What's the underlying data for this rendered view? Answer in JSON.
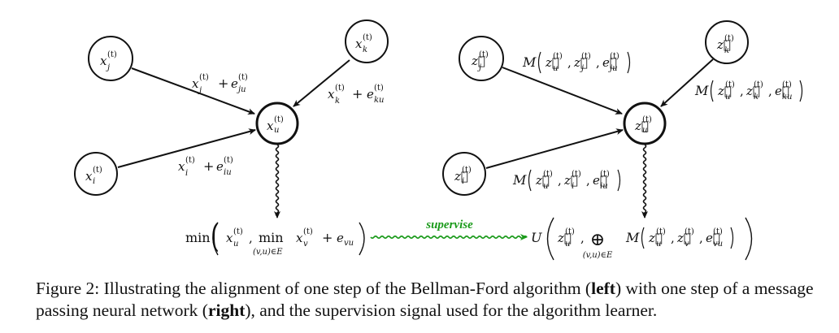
{
  "figure": {
    "left_graph": {
      "title": "Bellman-Ford step",
      "nodes": [
        {
          "id": "j",
          "label": "x",
          "sub": "j",
          "sup": "(t)"
        },
        {
          "id": "k",
          "label": "x",
          "sub": "k",
          "sup": "(t)"
        },
        {
          "id": "u",
          "label": "x",
          "sub": "u",
          "sup": "(t)"
        },
        {
          "id": "i",
          "label": "x",
          "sub": "i",
          "sup": "(t)"
        }
      ],
      "edges": [
        {
          "from": "j",
          "to": "u",
          "label": {
            "a": "x",
            "a_sub": "j",
            "a_sup": "(t)",
            "op": "+",
            "b": "e",
            "b_sub": "ju",
            "b_sup": "(t)"
          }
        },
        {
          "from": "k",
          "to": "u",
          "label": {
            "a": "x",
            "a_sub": "k",
            "a_sup": "(t)",
            "op": "+",
            "b": "e",
            "b_sub": "ku",
            "b_sup": "(t)"
          }
        },
        {
          "from": "i",
          "to": "u",
          "label": {
            "a": "x",
            "a_sub": "i",
            "a_sup": "(t)",
            "op": "+",
            "b": "e",
            "b_sub": "iu",
            "b_sup": "(t)"
          }
        }
      ],
      "output_formula": {
        "fn": "min",
        "arg1": {
          "v": "x",
          "sub": "u",
          "sup": "(t)"
        },
        "inner_op": "min",
        "inner_under": "(v,u)∈E",
        "arg2": {
          "v": "x",
          "sub": "v",
          "sup": "(t)"
        },
        "plus": "+",
        "arg3": {
          "v": "e",
          "sub": "vu"
        }
      }
    },
    "right_graph": {
      "title": "Message passing neural network step",
      "nodes": [
        {
          "id": "j",
          "label": "z⃗",
          "sub": "j",
          "sup": "(t)"
        },
        {
          "id": "k",
          "label": "z⃗",
          "sub": "k",
          "sup": "(t)"
        },
        {
          "id": "u",
          "label": "z⃗",
          "sub": "u",
          "sup": "(t)"
        },
        {
          "id": "i",
          "label": "z⃗",
          "sub": "i",
          "sup": "(t)"
        }
      ],
      "edges": [
        {
          "from": "j",
          "to": "u",
          "label": {
            "fn": "M",
            "args": [
              [
                "z⃗",
                "u",
                "(t)"
              ],
              [
                "z⃗",
                "j",
                "(t)"
              ],
              [
                "e⃗",
                "ju",
                "(t)"
              ]
            ]
          }
        },
        {
          "from": "k",
          "to": "u",
          "label": {
            "fn": "M",
            "args": [
              [
                "z⃗",
                "u",
                "(t)"
              ],
              [
                "z⃗",
                "k",
                "(t)"
              ],
              [
                "e⃗",
                "ku",
                "(t)"
              ]
            ]
          }
        },
        {
          "from": "i",
          "to": "u",
          "label": {
            "fn": "M",
            "args": [
              [
                "z⃗",
                "u",
                "(t)"
              ],
              [
                "z⃗",
                "i",
                "(t)"
              ],
              [
                "e⃗",
                "iu",
                "(t)"
              ]
            ]
          }
        }
      ],
      "output_formula": {
        "fn": "U",
        "arg1": {
          "v": "z⃗",
          "sub": "u",
          "sup": "(t)"
        },
        "agg": "⊕",
        "agg_under": "(v,u)∈E",
        "inner_fn": "M",
        "inner_args": [
          [
            "z⃗",
            "u",
            "(t)"
          ],
          [
            "z⃗",
            "v",
            "(t)"
          ],
          [
            "e⃗",
            "vu",
            "(t)"
          ]
        ]
      }
    },
    "supervise": {
      "label": "supervise",
      "color": "#1a9a1a"
    },
    "caption": {
      "prefix": "Figure 2: Illustrating the alignment of one step of the Bellman-Ford algorithm (",
      "bold1": "left",
      "middle": ") with one step of a message passing neural network (",
      "bold2": "right",
      "suffix": "), and the supervision signal used for the algorithm learner."
    }
  }
}
